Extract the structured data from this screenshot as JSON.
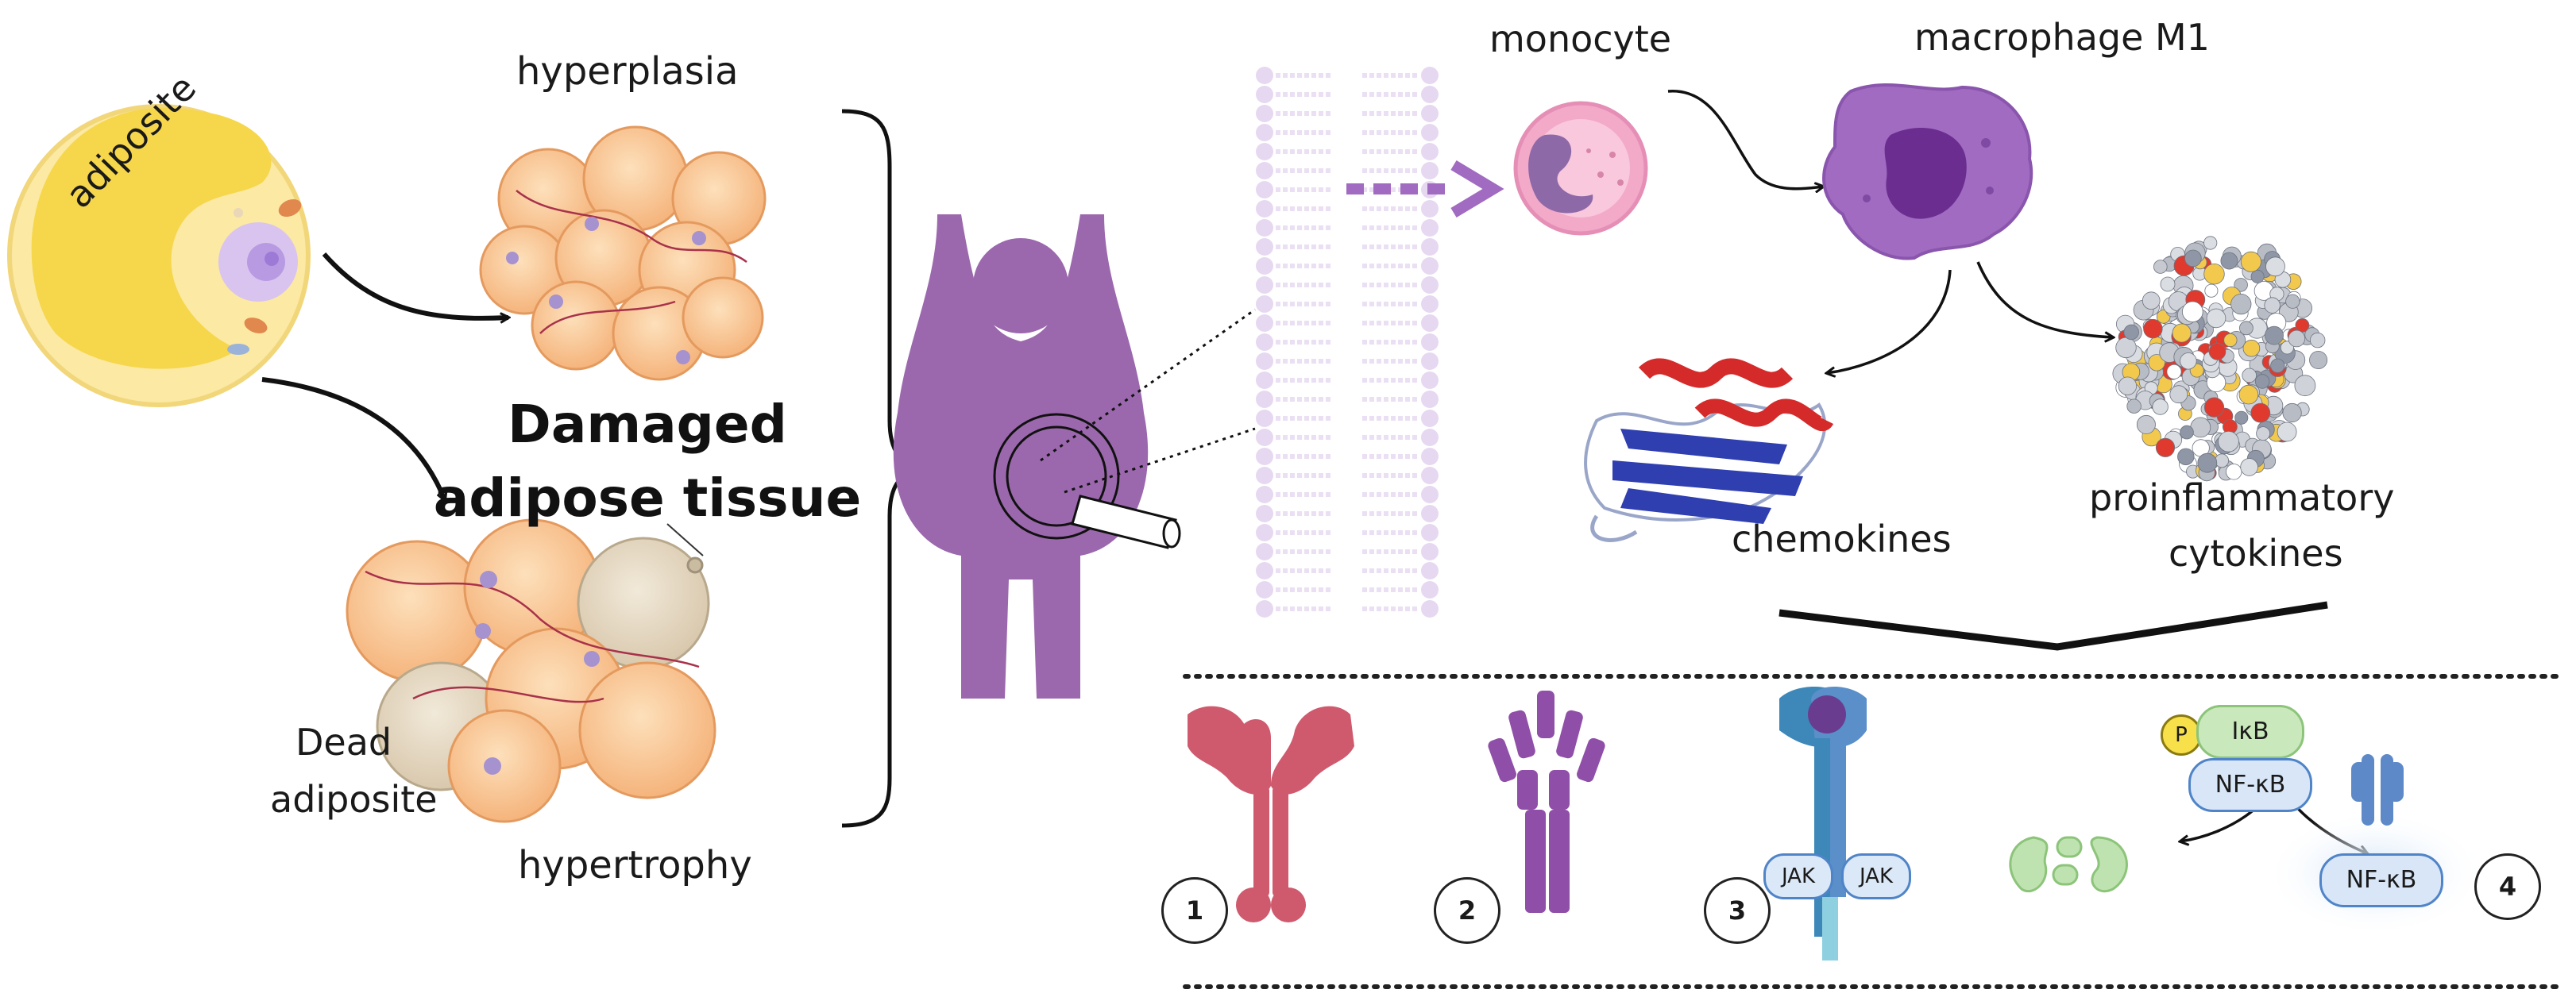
{
  "adipose": {
    "cell_label": "adiposite",
    "hyperplasia_label": "hyperplasia",
    "damaged_line1": "Damaged",
    "damaged_line2": "adipose tissue",
    "dead_line1": "Dead",
    "dead_line2": "adiposite",
    "hypertrophy_label": "hypertrophy"
  },
  "immune": {
    "monocyte_label": "monocyte",
    "macrophage_label": "macrophage M1",
    "chemokines_label": "chemokines",
    "cytokines_line1": "proinflammatory",
    "cytokines_line2": "cytokines"
  },
  "pathways": {
    "numbers": [
      "1",
      "2",
      "3",
      "4"
    ],
    "jak_left": "JAK",
    "jak_right": "JAK",
    "p_badge": "P",
    "ikb_label": "IκB",
    "nfkb_top": "NF-κB",
    "nfkb_bottom": "NF-κB"
  },
  "colors": {
    "adipocyte_yellow": "#f6d64a",
    "fat_orange": "#f8c089",
    "body_purple": "#9b68ad",
    "monocyte_pink": "#f3a9c8",
    "macrophage_purple": "#a06bc0",
    "receptor1_red": "#cf5a6e",
    "receptor2_purple": "#8f4fa8",
    "receptor3_blue": "#3d88b8",
    "nfkb_blue": "#4f84c8",
    "ikb_green": "#a8d89a"
  }
}
